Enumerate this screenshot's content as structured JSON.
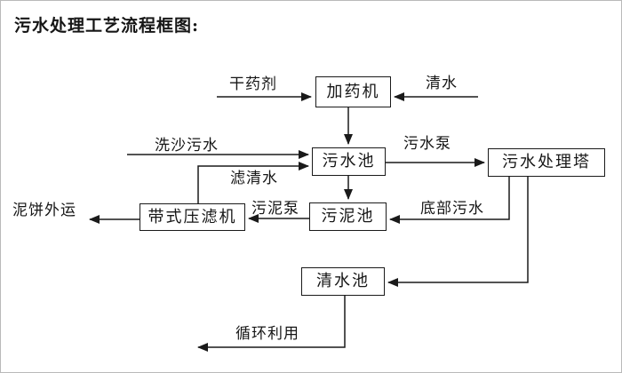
{
  "title": "污水处理工艺流程框图:",
  "colors": {
    "line": "#1a1a1a",
    "box_border": "#1a1a1a",
    "background": "#ffffff",
    "text": "#161616"
  },
  "nodes": {
    "dosing_machine": "加药机",
    "sewage_pool": "污水池",
    "treatment_tower": "污水处理塔",
    "sludge_pool": "污泥池",
    "belt_filter_press": "带式压滤机",
    "clear_water_pool": "清水池"
  },
  "edge_labels": {
    "dry_agent": "干药剂",
    "clear_water": "清水",
    "sand_washing_sewage": "洗沙污水",
    "filtered_water": "滤清水",
    "sewage_pump": "污水泵",
    "sludge_pump": "污泥泵",
    "bottom_sewage": "底部污水",
    "mud_cake_out": "泥饼外运",
    "recycle": "循环利用"
  },
  "diagram": {
    "type": "flowchart",
    "edges": [
      {
        "from": "external",
        "to": "加药机",
        "label": "干药剂"
      },
      {
        "from": "external",
        "to": "加药机",
        "label": "清水"
      },
      {
        "from": "加药机",
        "to": "污水池",
        "label": ""
      },
      {
        "from": "external",
        "to": "污水池",
        "label": "洗沙污水"
      },
      {
        "from": "带式压滤机",
        "to": "污水池",
        "label": "滤清水"
      },
      {
        "from": "污水池",
        "to": "污水处理塔",
        "label": "污水泵"
      },
      {
        "from": "污水池",
        "to": "污泥池",
        "label": ""
      },
      {
        "from": "污水处理塔",
        "to": "污泥池",
        "label": "底部污水"
      },
      {
        "from": "污泥池",
        "to": "带式压滤机",
        "label": "污泥泵"
      },
      {
        "from": "带式压滤机",
        "to": "external",
        "label": "泥饼外运"
      },
      {
        "from": "污水处理塔",
        "to": "清水池",
        "label": ""
      },
      {
        "from": "清水池",
        "to": "external",
        "label": "循环利用"
      }
    ]
  }
}
